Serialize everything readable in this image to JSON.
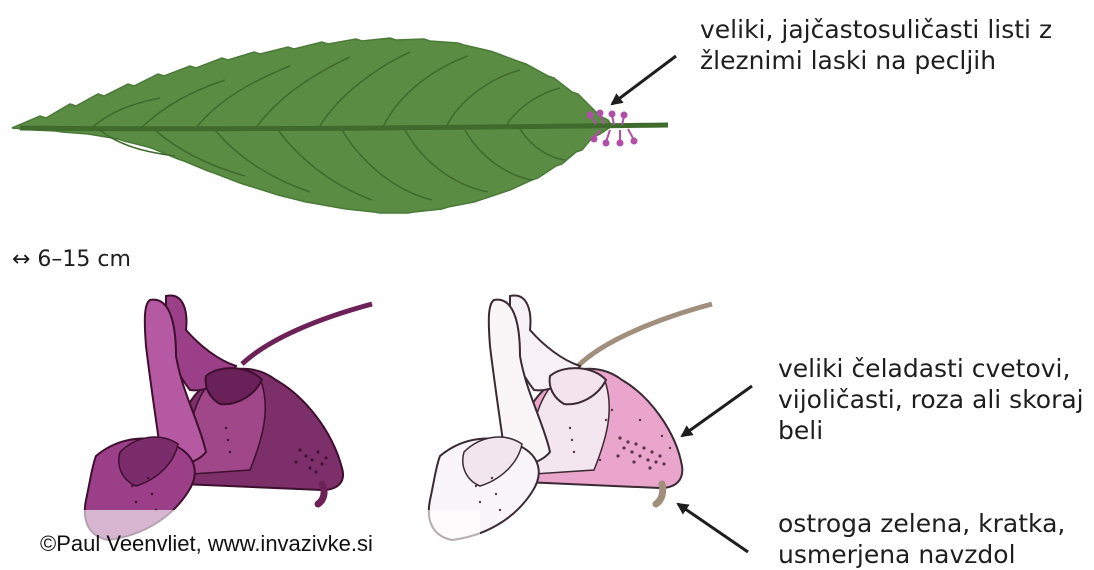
{
  "labels": {
    "leaf": {
      "line1": "veliki,  jajčastosuličasti listi z",
      "line2": "žleznimi laski na pecljih"
    },
    "size": "↔ 6–15 cm",
    "flower": {
      "line1": "veliki čeladasti cvetovi,",
      "line2": "vijoličasti, roza ali skoraj",
      "line3": "beli"
    },
    "spur": {
      "line1": "ostroga zelena, kratka,",
      "line2": "usmerjena navzdol"
    },
    "copyright": "©Paul Veenvliet, www.invazivke.si"
  },
  "colors": {
    "leaf_fill": "#5b8c44",
    "leaf_vein": "#3f6b2d",
    "gland_hairs": "#b04fa8",
    "dark_flower": "#7d2f6a",
    "dark_flower_spur": "#6d2257",
    "light_flower_pink": "#e9a6cd",
    "light_flower_white": "#f7f1f5",
    "light_flower_stem": "#a08f7c",
    "arrow": "#1e1e1e"
  },
  "icons": {
    "leaf": "serrated-leaf-illustration",
    "flower_dark": "purple-helmet-flower-illustration",
    "flower_light": "pale-pink-helmet-flower-illustration"
  }
}
